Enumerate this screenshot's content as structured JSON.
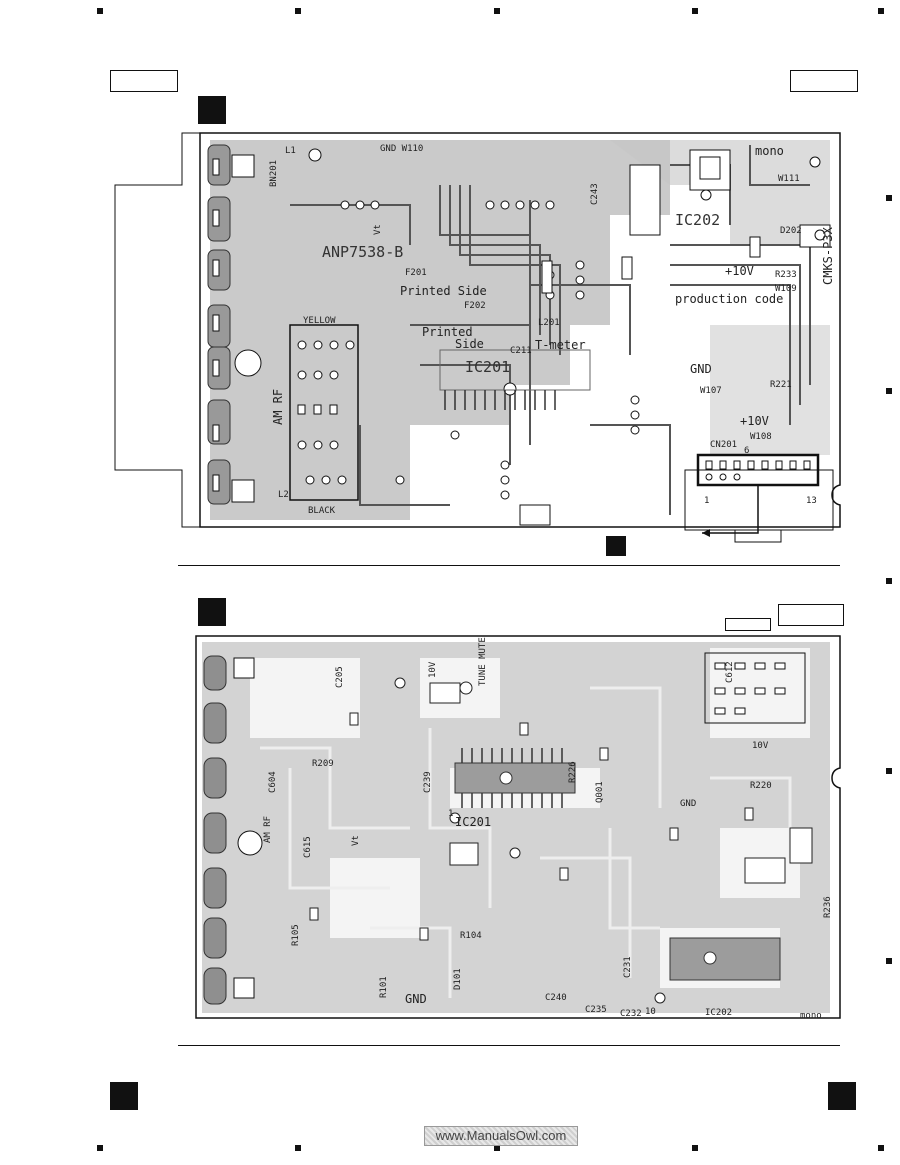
{
  "top_board": {
    "part_number": "ANP7538-B",
    "labels": {
      "gnd_w110": "GND W110",
      "mono": "mono",
      "ic202": "IC202",
      "ic201": "IC201",
      "printed_side_1": "Printed Side",
      "printed_side_2": "Printed",
      "printed_side_3": "Side",
      "production_code": "production code",
      "cmks": "CMKS-P3X",
      "am_rf": "AM RF",
      "yellow": "YELLOW",
      "black": "BLACK",
      "t_meter": "T-meter",
      "gnd": "GND",
      "plus10v_1": "+10V",
      "plus10v_2": "+10V",
      "cn201": "CN201",
      "l1": "L1",
      "l2": "L2",
      "bn201": "BN201",
      "l201": "L201",
      "f201": "F201",
      "f202": "F202",
      "vt": "Vt",
      "c243": "C243",
      "r221": "R221",
      "r233": "R233",
      "w107": "W107",
      "w108": "W108",
      "w109": "W109",
      "w111": "W111",
      "d202": "D202",
      "c211": "C211",
      "pin1": "1",
      "pin13": "13",
      "pin6": "6"
    }
  },
  "bottom_board": {
    "labels": {
      "ic201": "IC201",
      "ic202": "IC202",
      "gnd1": "GND",
      "gnd2": "GND",
      "am_rf": "AM RF",
      "vt": "Vt",
      "ten_v_1": "10V",
      "ten_v_2": "10V",
      "tune_mute": "TUNE MUTE",
      "mono": "mono",
      "c615": "C615",
      "c612": "C612",
      "r105": "R105",
      "r101": "R101",
      "r104": "R104",
      "d101": "D101",
      "c240": "C240",
      "c231": "C231",
      "c235": "C235",
      "c232": "C232",
      "r236": "R236",
      "r220": "R220",
      "c205": "C205",
      "r209": "R209",
      "c239": "C239",
      "r226": "R226",
      "c604": "C604",
      "q001": "Q001",
      "pin1": "1",
      "pin10": "10"
    }
  },
  "watermark": "www.ManualsOwl.com"
}
